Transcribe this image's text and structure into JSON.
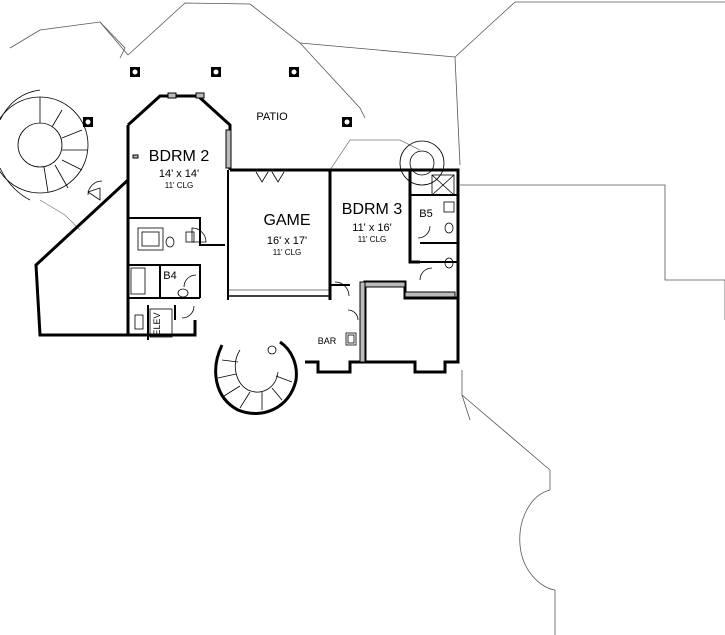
{
  "rooms": {
    "patio": {
      "name": "PATIO"
    },
    "bdrm2": {
      "name": "BDRM 2",
      "size": "14' x 14'",
      "ceiling": "11' CLG"
    },
    "game": {
      "name": "GAME",
      "size": "16' x 17'",
      "ceiling": "11' CLG"
    },
    "bdrm3": {
      "name": "BDRM 3",
      "size": "11' x 16'",
      "ceiling": "11' CLG"
    },
    "b4": {
      "name": "B4"
    },
    "b5": {
      "name": "B5"
    },
    "elev": {
      "name": "ELEV"
    },
    "bar": {
      "name": "BAR"
    }
  }
}
